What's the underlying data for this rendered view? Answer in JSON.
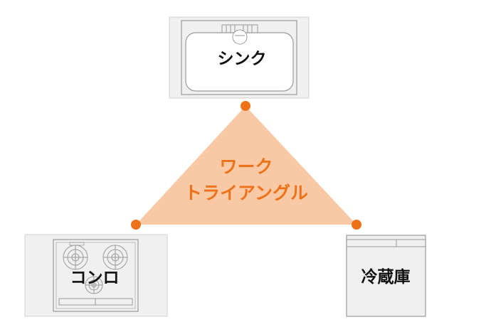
{
  "triangle": {
    "line1": "ワーク",
    "line2": "トライアングル",
    "fill_color": "#f9c9a6",
    "text_color": "#ee7219",
    "vertex_color": "#ee7219"
  },
  "sink": {
    "label": "シンク"
  },
  "stove": {
    "label": "コンロ"
  },
  "fridge": {
    "label": "冷蔵庫"
  },
  "colors": {
    "panel": "#f0f0f0",
    "outline": "#9a9a9a",
    "label": "#111111"
  }
}
